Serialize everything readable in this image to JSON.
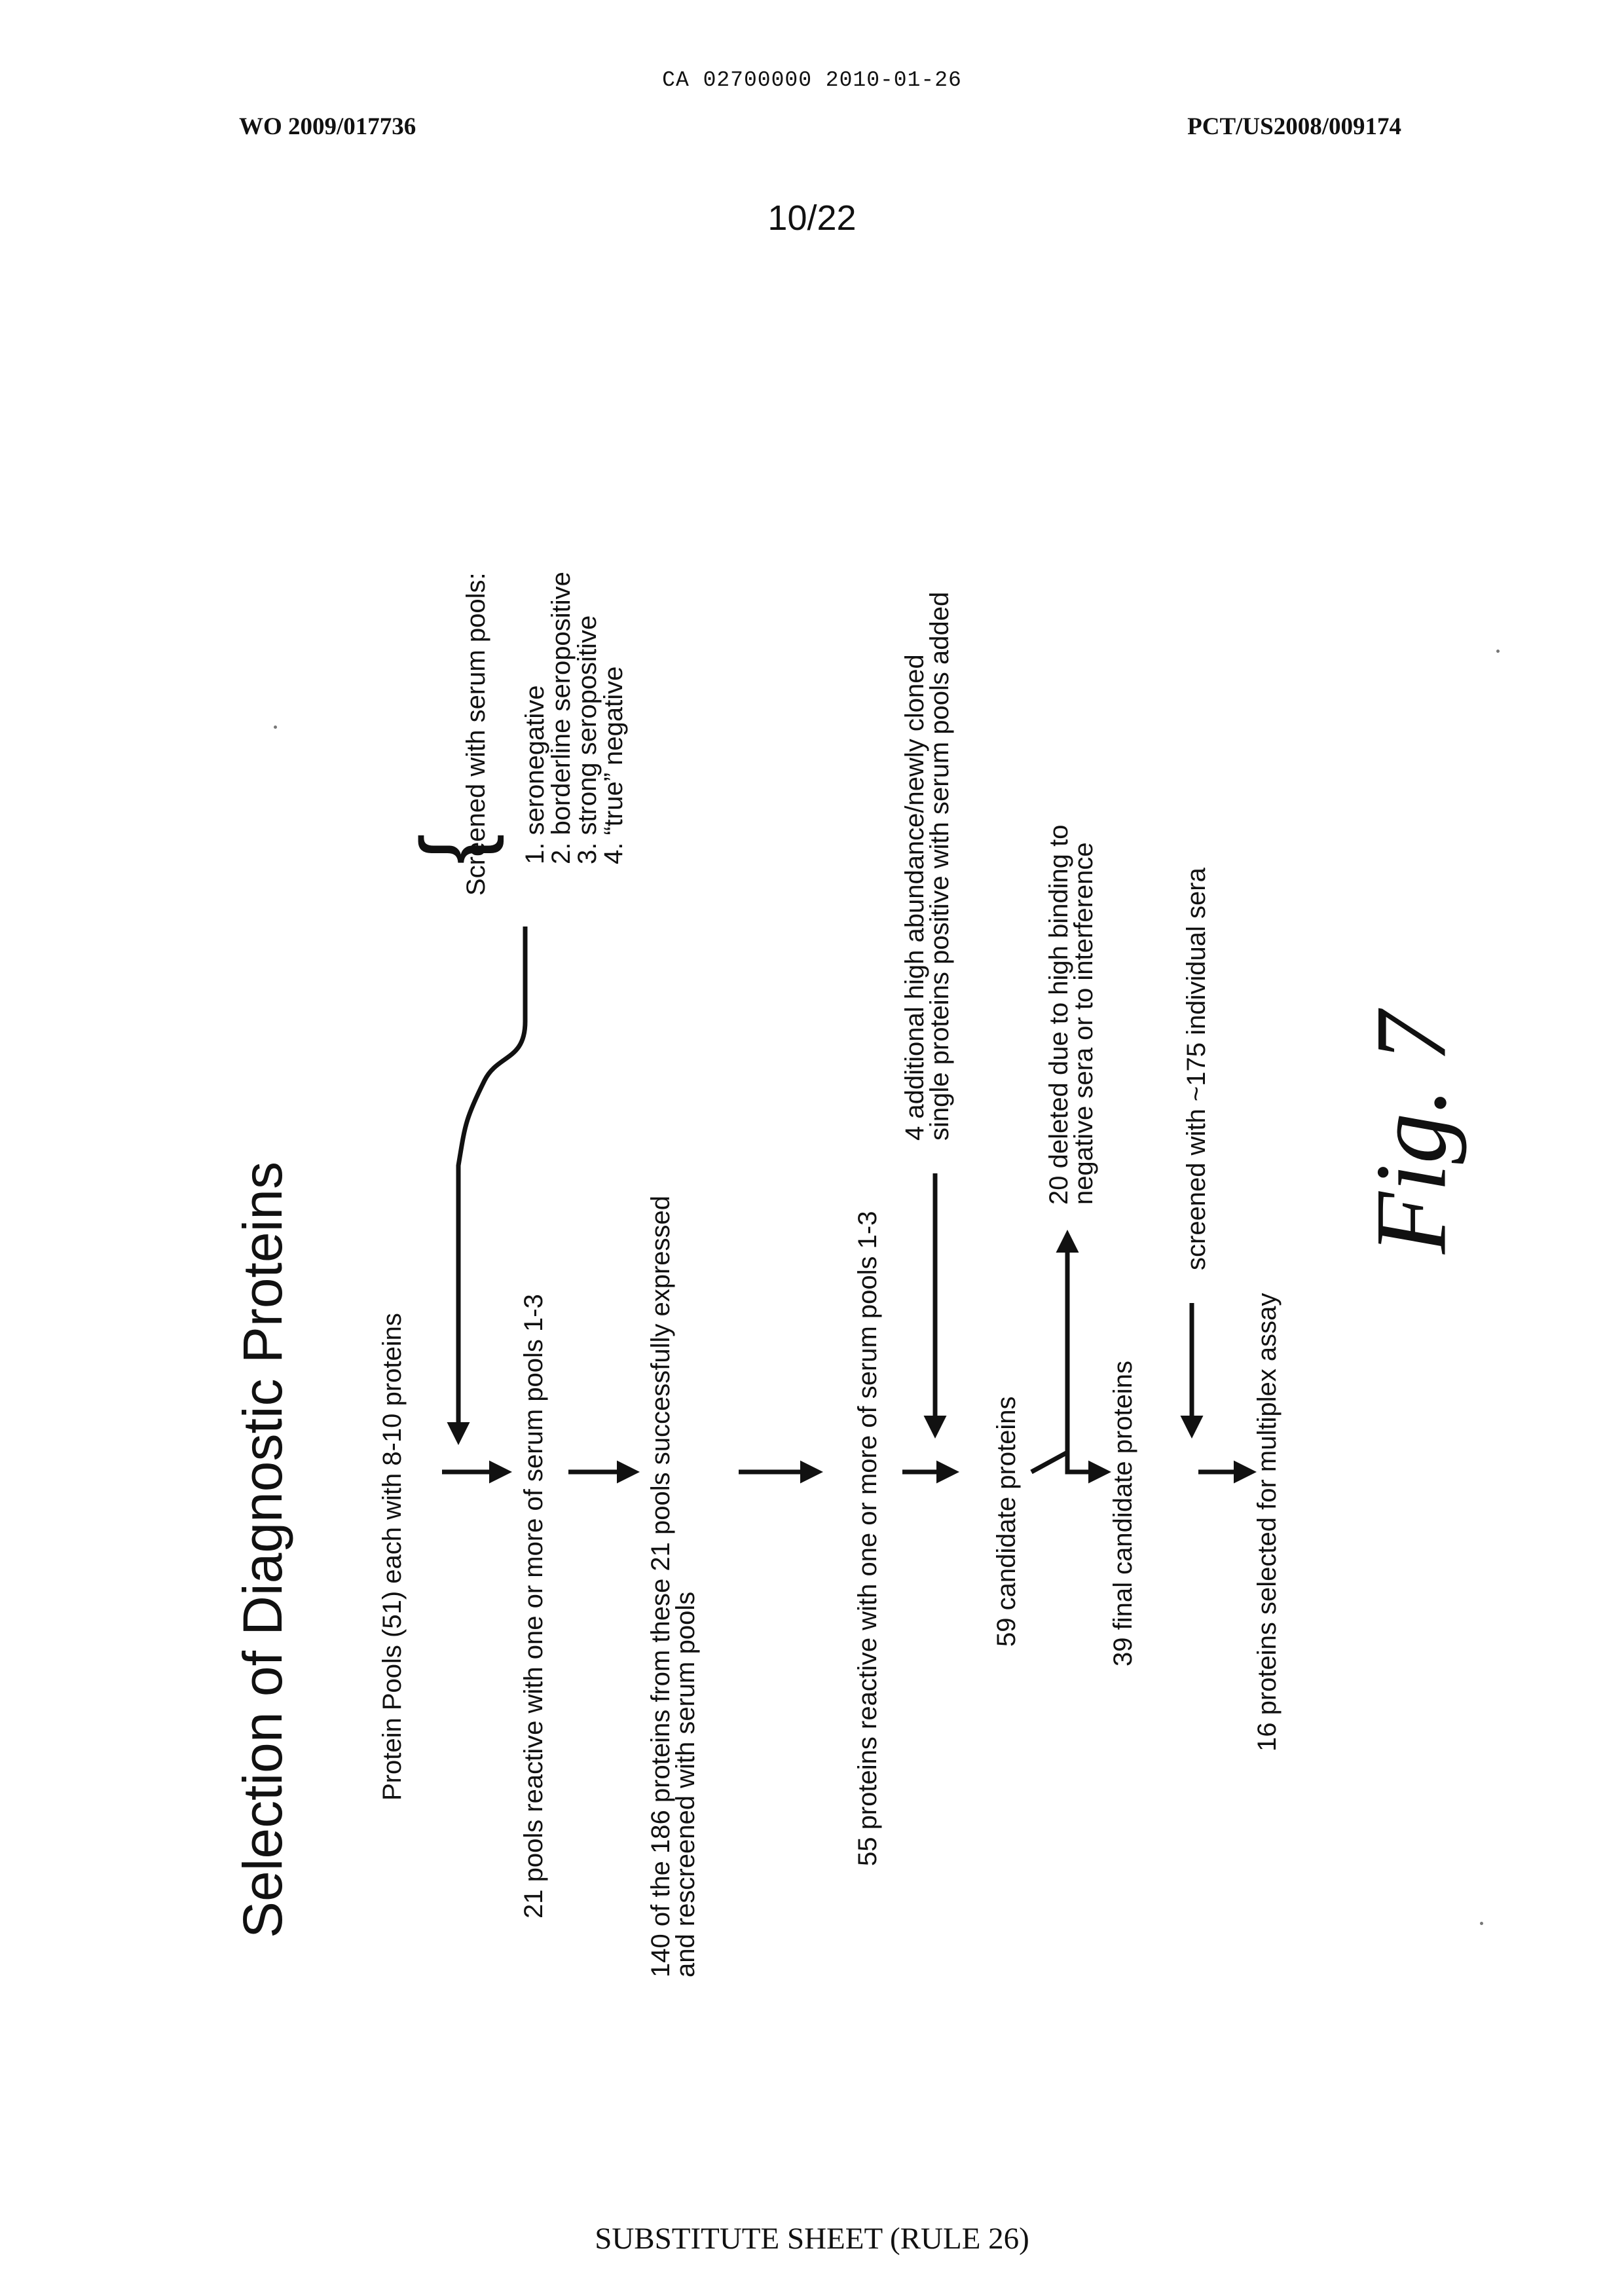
{
  "header": {
    "doc_stamp": "CA 02700000 2010-01-26",
    "pub_number": "WO 2009/017736",
    "app_number": "PCT/US2008/009174",
    "sheet": "10/22"
  },
  "diagram": {
    "title": "Selection of Diagnostic Proteins",
    "steps": [
      "Protein Pools (51) each with 8-10 proteins",
      "21 pools reactive with one or more of serum pools 1-3",
      "140 of the 186 proteins from these 21 pools successfully expressed",
      "and rescreened with serum pools",
      "55 proteins reactive with one or more of serum pools 1-3",
      "59 candidate proteins",
      "39 final candidate proteins",
      "16 proteins selected for multiplex assay"
    ],
    "screening": {
      "heading": "Screened with serum pools:",
      "pools": [
        "1. seronegative",
        "2. borderline seropositive",
        "3. strong seropositive",
        "4. “true” negative"
      ]
    },
    "side_notes": {
      "added_line1": "4 additional high abundance/newly cloned",
      "added_line2": "single proteins positive with serum pools added",
      "deleted_line1": "20 deleted due to high binding to",
      "deleted_line2": "negative sera or to interference",
      "individual": "screened with ~175 individual sera"
    }
  },
  "figure_label": "Fig. 7",
  "footer": "SUBSTITUTE SHEET (RULE 26)"
}
